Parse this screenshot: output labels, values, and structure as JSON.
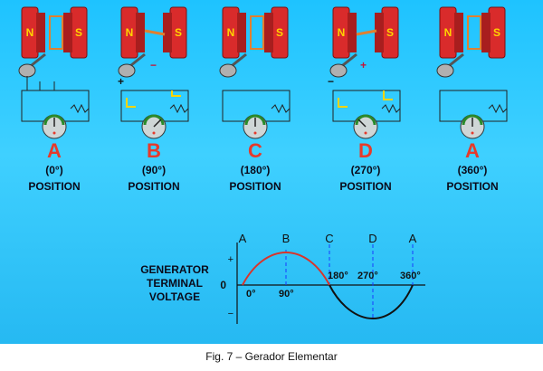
{
  "stages": [
    {
      "letter": "A",
      "angle": "(0°)",
      "position": "POSITION"
    },
    {
      "letter": "B",
      "angle": "(90°)",
      "position": "POSITION"
    },
    {
      "letter": "C",
      "angle": "(180°)",
      "position": "POSITION"
    },
    {
      "letter": "D",
      "angle": "(270°)",
      "position": "POSITION"
    },
    {
      "letter": "A",
      "angle": "(360°)",
      "position": "POSITION"
    }
  ],
  "magnets": {
    "north": "N",
    "south": "S"
  },
  "polarity": {
    "plus": "+",
    "minus": "−"
  },
  "graph": {
    "title_lines": [
      "GENERATOR",
      "TERMINAL",
      "VOLTAGE"
    ],
    "letters": [
      "A",
      "B",
      "C",
      "D",
      "A"
    ],
    "zero_label": "0",
    "plus_tick": "+",
    "minus_tick": "−",
    "angles": [
      "0°",
      "90°",
      "180°",
      "270°",
      "360°"
    ]
  },
  "caption": "Fig. 7 – Gerador Elementar",
  "colors": {
    "background": "#1ec3ff",
    "magnet": "#d92b2b",
    "letters": "#e53a2b",
    "curve_positive": "#d9342b",
    "curve_negative": "#111111",
    "markers": "#1a3cff"
  }
}
